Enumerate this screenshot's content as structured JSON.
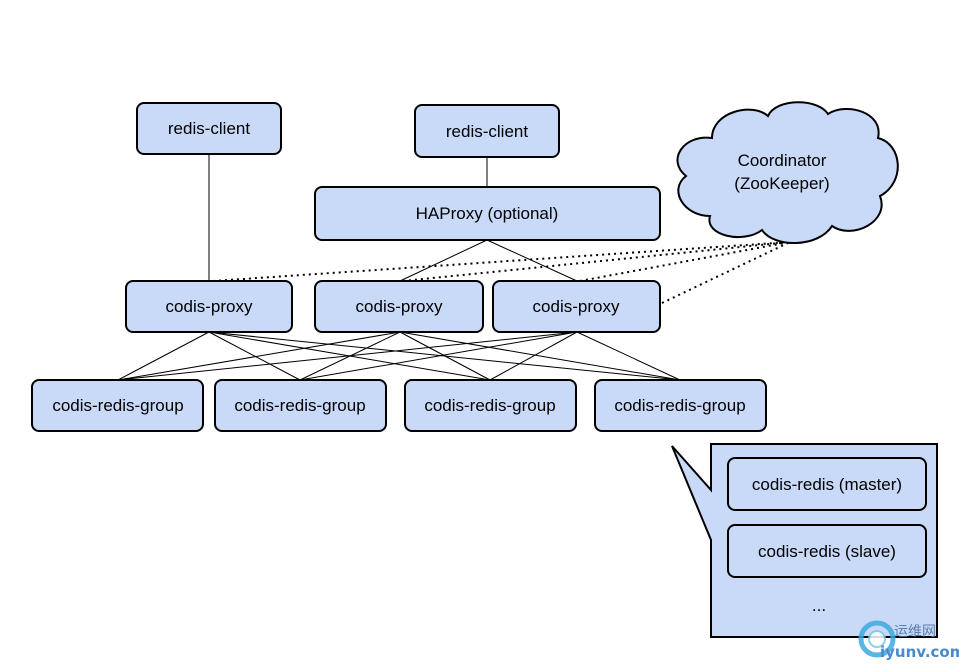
{
  "clients": [
    "redis-client",
    "redis-client"
  ],
  "haproxy": "HAProxy (optional)",
  "coordinator": [
    "Coordinator",
    "(ZooKeeper)"
  ],
  "proxies": [
    "codis-proxy",
    "codis-proxy",
    "codis-proxy"
  ],
  "groups": [
    "codis-redis-group",
    "codis-redis-group",
    "codis-redis-group",
    "codis-redis-group"
  ],
  "group_detail": {
    "master": "codis-redis (master)",
    "slave": "codis-redis (slave)",
    "more": "..."
  },
  "watermark": {
    "name": "运维网",
    "site": "iyunv.com"
  }
}
